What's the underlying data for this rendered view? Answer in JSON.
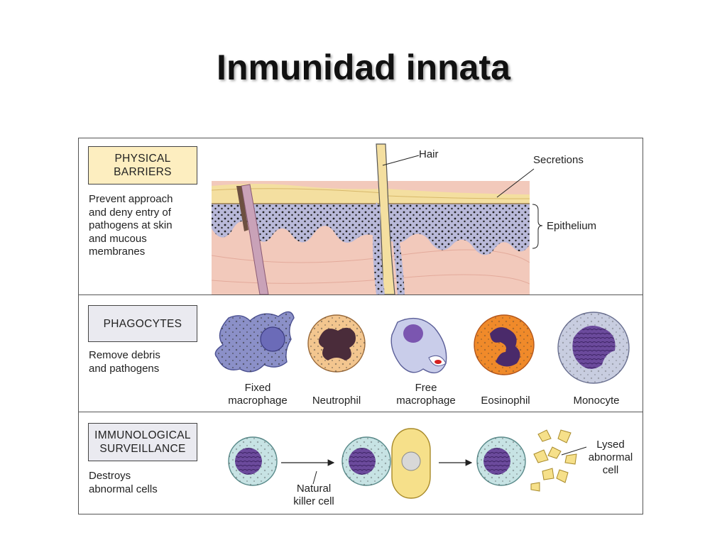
{
  "slide": {
    "title": "Inmunidad innata"
  },
  "physical": {
    "box_label": "PHYSICAL\nBARRIERS",
    "description": "Prevent approach\nand deny entry of\npathogens at skin\nand mucous\nmembranes",
    "labels": {
      "hair": "Hair",
      "secretions": "Secretions",
      "epithelium": "Epithelium"
    }
  },
  "phagocytes": {
    "box_label": "PHAGOCYTES",
    "description": "Remove debris\nand pathogens",
    "cells": [
      {
        "label": "Fixed\nmacrophage"
      },
      {
        "label": "Neutrophil"
      },
      {
        "label": "Free\nmacrophage"
      },
      {
        "label": "Eosinophil"
      },
      {
        "label": "Monocyte"
      }
    ]
  },
  "surveillance": {
    "box_label": "IMMUNOLOGICAL\nSURVEILLANCE",
    "description": "Destroys\nabnormal cells",
    "labels": {
      "nk": "Natural\nkiller cell",
      "lysed": "Lysed\nabnormal\ncell"
    }
  },
  "colors": {
    "box_yellow": "#fdeec0",
    "box_gray": "#eaeaf0",
    "skin_pink": "#f2c9bb",
    "epithelium_purple": "#b9b9d9",
    "secretion_yellow": "#f4dfa0",
    "nucleus_purple": "#6b4a9c"
  }
}
